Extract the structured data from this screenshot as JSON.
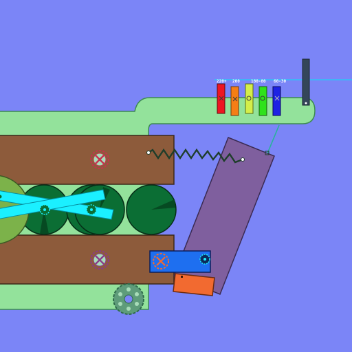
{
  "scene": {
    "background": "#7b85f7",
    "ground_color": "#93e29b",
    "crate_color": "#8d5b3b",
    "ramp_color": "#7f5f9e",
    "wheel_color": "#0b6e34",
    "beam_color": "#1bf0ff",
    "motor_color": "#1e6ff0",
    "block_color": "#f26a30"
  },
  "scoreboard": {
    "bars": [
      {
        "label": "220+",
        "color": "#ee1522"
      },
      {
        "label": "200",
        "color": "#f57e15"
      },
      {
        "label": "180-80",
        "color": "#d4ee4a"
      },
      {
        "label": "",
        "color": "#2fe21b"
      },
      {
        "label": "60-30",
        "color": "#1e23e3"
      }
    ]
  },
  "icons": {
    "motor": "x-gear-icon",
    "cog": "cog-icon",
    "spring": "spring-icon",
    "vent": "vent-wheel-icon"
  }
}
